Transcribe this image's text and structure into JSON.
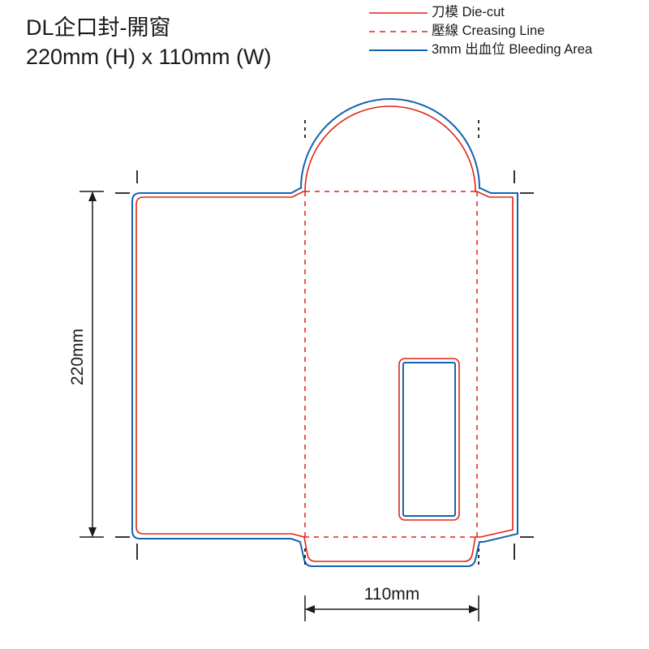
{
  "title": {
    "line1": "DL企口封-開窗",
    "line2": "220mm (H) x 110mm (W)"
  },
  "legend": [
    {
      "label": "刀模  Die-cut",
      "color": "#e02417",
      "style": "solid"
    },
    {
      "label": "壓線  Creasing Line",
      "color": "#e02417",
      "style": "dashed"
    },
    {
      "label": "3mm 出血位 Bleeding Area",
      "color": "#1463b3",
      "style": "solid"
    }
  ],
  "dimensions": {
    "height_label": "220mm",
    "width_label": "110mm"
  },
  "colors": {
    "die_cut": "#e02417",
    "bleed": "#1463b3",
    "ink": "#1a1a1a"
  }
}
